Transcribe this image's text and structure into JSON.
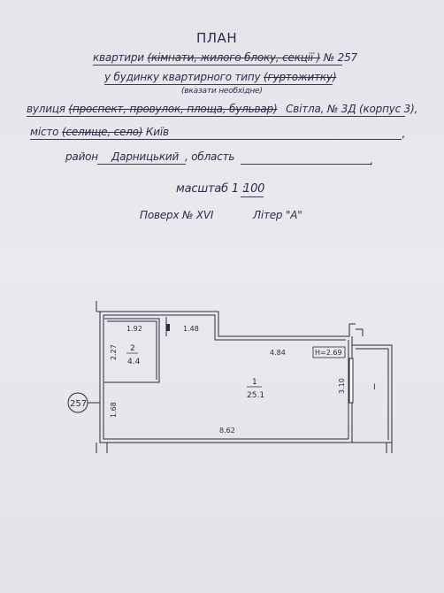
{
  "header": {
    "title": "ПЛАН",
    "line1_start": "квартири",
    "line1_struck": "(кімнати, жилого блоку, секції )",
    "line1_num": "№ 257",
    "line2_start": "у будинку квартирного типу",
    "line2_struck": "(гуртожитку)",
    "line3_hint": "(вказати необхідне)",
    "street_label": "вулиця",
    "street_struck": "(проспект, провулок, площа, бульвар)",
    "street_value": "Світла, № 3Д (корпус 3)",
    "street_end": ",",
    "city_label": "місто",
    "city_struck": "(селище, село)",
    "city_value": "Київ",
    "district_label": "район",
    "district_value": "Дарницький",
    "region_label": ", область",
    "scale_label": "масштаб 1 :",
    "scale_value": "100",
    "floor_label": "Поверх № XVI",
    "liter_label": "Літер \"А\""
  },
  "plan": {
    "apartment_no": "257",
    "dims": {
      "small_width": "1.92",
      "small_height": "2.27",
      "corridor_width": "1.48",
      "main_width": "4.84",
      "main_height": "3.10",
      "overall_width": "8.62",
      "left_lower": "1.68",
      "ceiling_height": "H=2.69"
    },
    "room_main": {
      "no": "1",
      "area": "25.1"
    },
    "room_small": {
      "no": "2",
      "area": "4.4"
    },
    "balcony": {
      "label": "I"
    }
  }
}
